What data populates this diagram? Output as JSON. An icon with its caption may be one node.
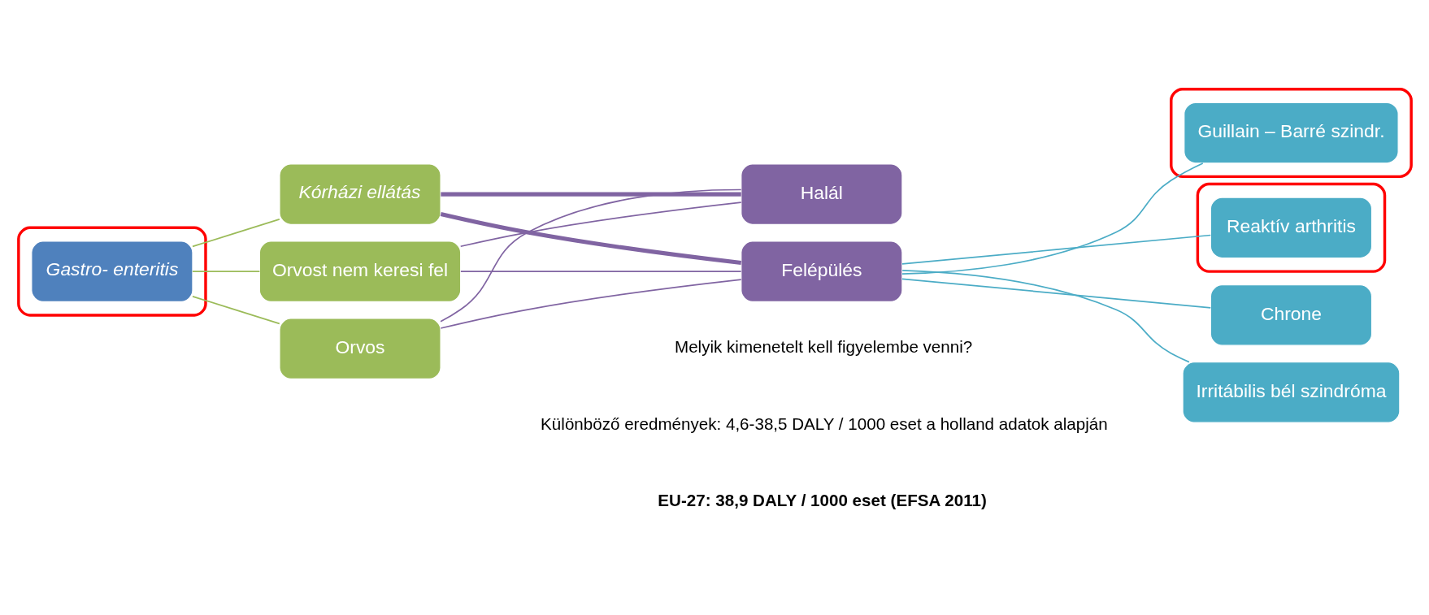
{
  "diagram": {
    "nodes": [
      {
        "text": [],
        "shape": "box"
      },
      {
        "text": [
          "Gastro- enteritis"
        ],
        "in": 0
      },
      {
        "text": [
          "Orvost nem keresi fel"
        ]
      },
      {
        "text": [
          "Orvos"
        ]
      },
      {
        "text": [
          "Kórházi ellátás"
        ]
      },
      {
        "text": [
          "Halál"
        ]
      },
      {
        "text": [
          "Felépülés"
        ]
      },
      {
        "text": [],
        "shape": "box"
      },
      {
        "text": [
          "Guillain – Barré szindr."
        ],
        "in": 7
      },
      {
        "text": [],
        "shape": "box"
      },
      {
        "text": [
          "Reaktív arthritis"
        ],
        "in": 9
      },
      {
        "text": [
          "Chrone"
        ]
      },
      {
        "text": [
          "Irritábilis bél szindróma"
        ]
      }
    ],
    "edges": [
      {
        "from": 1,
        "to": 2,
        "arrow": "none",
        "color": "#9bbb59"
      },
      {
        "from": 1,
        "to": 3,
        "arrow": "none",
        "color": "#9bbb59"
      },
      {
        "from": 1,
        "to": 4,
        "arrow": "none",
        "color": "#9bbb59"
      },
      {
        "from": 2,
        "to": 5,
        "arrow": "none"
      },
      {
        "from": 2,
        "to": 6,
        "arrow": "none"
      },
      {
        "from": 3,
        "to": 5,
        "arrow": "none"
      },
      {
        "from": 3,
        "to": 6,
        "arrow": "none"
      },
      {
        "from": 4,
        "to": 5,
        "arrow": "none",
        "style": "thick"
      },
      {
        "from": 4,
        "to": 6,
        "arrow": "none",
        "style": "thick"
      },
      {
        "from": 6,
        "to": 8,
        "arrow": "none",
        "color": "#4bacc6"
      },
      {
        "from": 6,
        "to": 10,
        "arrow": "none",
        "color": "#4bacc6"
      },
      {
        "from": 6,
        "to": 11,
        "arrow": "none",
        "color": "#4bacc6"
      },
      {
        "from": 6,
        "to": 12,
        "arrow": "none",
        "color": "#4bacc6"
      }
    ],
    "labels": [
      "Melyik kimenetelt kell figyelembe venni?",
      "Különböző eredmények: 4,6-38,5 DALY / 1000 eset a holland adatok alapján",
      "EU-27: 38,9 DALY / 1000 eset (EFSA 2011)"
    ]
  }
}
